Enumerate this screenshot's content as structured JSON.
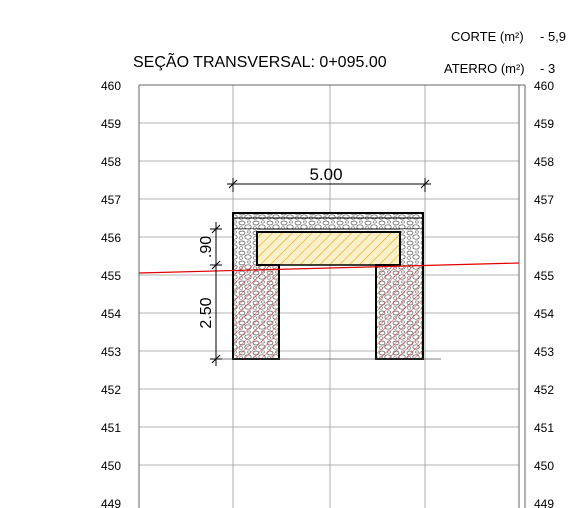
{
  "header": {
    "section_title": "SEÇÃO TRANSVERSAL: 0+095.00",
    "corte_label": "CORTE (m²)",
    "corte_value": "- 5,9",
    "aterro_label": "ATERRO (m²)",
    "aterro_value": "- 3"
  },
  "axis": {
    "elevations": [
      "460",
      "459",
      "458",
      "457",
      "456",
      "455",
      "454",
      "453",
      "452",
      "451",
      "450",
      "449"
    ]
  },
  "dimensions": {
    "width": "5.00",
    "top_height": ".90",
    "wall_height": "2.50"
  },
  "colors": {
    "grid": "#9a9a9a",
    "terrain": "#e00000",
    "hatch_red": "#d02020",
    "fill_yellow": "#f2d56a",
    "outline": "#000000"
  }
}
